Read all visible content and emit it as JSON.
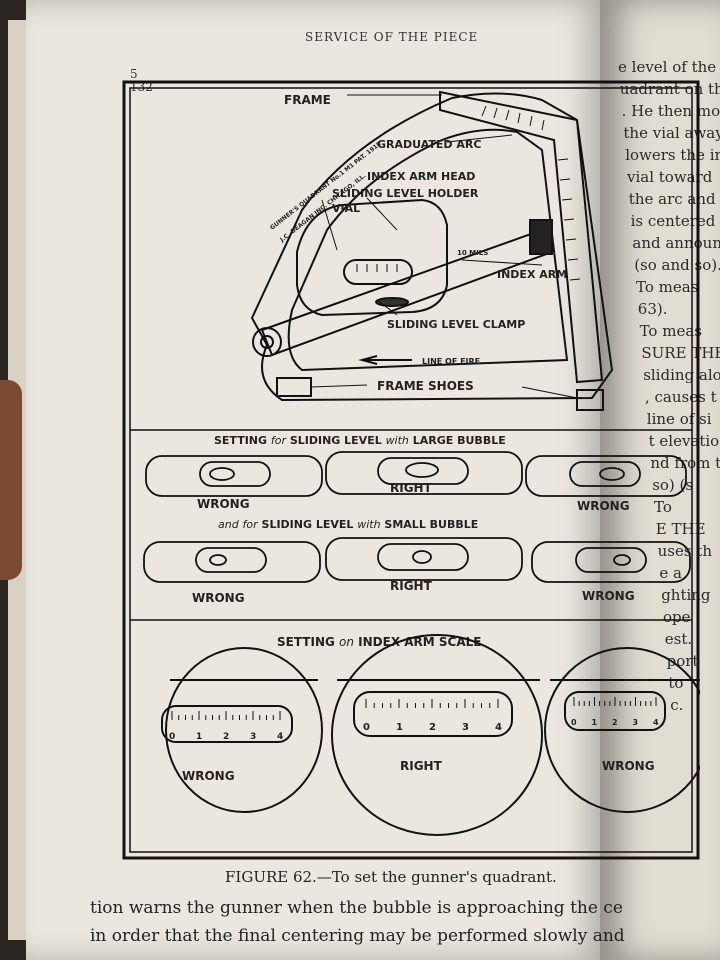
{
  "book": {
    "running_head": "SERVICE OF THE PIECE",
    "page_section": "5",
    "page_number": "132"
  },
  "figure": {
    "labels": {
      "frame": "FRAME",
      "graduated_arc": "GRADUATED ARC",
      "index_arm_head": "INDEX ARM HEAD",
      "sliding_level_holder": "SLIDING LEVEL HOLDER",
      "vial": "VIAL",
      "index_arm": "INDEX ARM",
      "sliding_level_clamp": "SLIDING LEVEL CLAMP",
      "line_of_fire": "LINE OF FIRE",
      "frame_shoes": "FRAME SHOES",
      "mils_mark": "10 MILS"
    },
    "quadrant_stamp": {
      "line1": "GUNNER'S QUADRANT No.1 M1 PAT. 1918",
      "line2": "J.C. DEAGAN INC. CHICAGO, ILL."
    },
    "large_bubble": {
      "heading": [
        "SETTING",
        "for",
        "SLIDING LEVEL",
        "with",
        "LARGE BUBBLE"
      ],
      "left": "WRONG",
      "center": "RIGHT",
      "right": "WRONG"
    },
    "small_bubble": {
      "heading": [
        "and",
        "for",
        "SLIDING LEVEL",
        "with",
        "SMALL BUBBLE"
      ],
      "left": "WRONG",
      "center": "RIGHT",
      "right": "WRONG"
    },
    "index_scale": {
      "heading": [
        "SETTING",
        "on",
        "INDEX ARM SCALE"
      ],
      "left": "WRONG",
      "center": "RIGHT",
      "right": "WRONG",
      "ticks": [
        "0",
        "1",
        "2",
        "3",
        "4"
      ]
    },
    "caption": "FIGURE 62.—To set the gunner's quadrant."
  },
  "body_text": [
    "tion warns the gunner when the bubble is approaching the ce",
    "in order that the final centering may be performed slowly and"
  ],
  "facing_page_fragments": [
    "e level of the in",
    "uadrant on the le",
    ". He then moves",
    "the vial away",
    "lowers the in",
    "vial toward",
    "the arc and",
    "is centered",
    "and announ",
    "(so and so).",
    "To meas",
    "63).",
    "To meas",
    "SURE THE",
    "sliding along",
    ", causes t",
    "line of si",
    "t elevatio",
    "nd from t",
    "so) (s",
    "To",
    "E THE",
    "uses th",
    "e a",
    "ghting",
    "ope",
    "est.",
    "port",
    "to",
    "c."
  ]
}
